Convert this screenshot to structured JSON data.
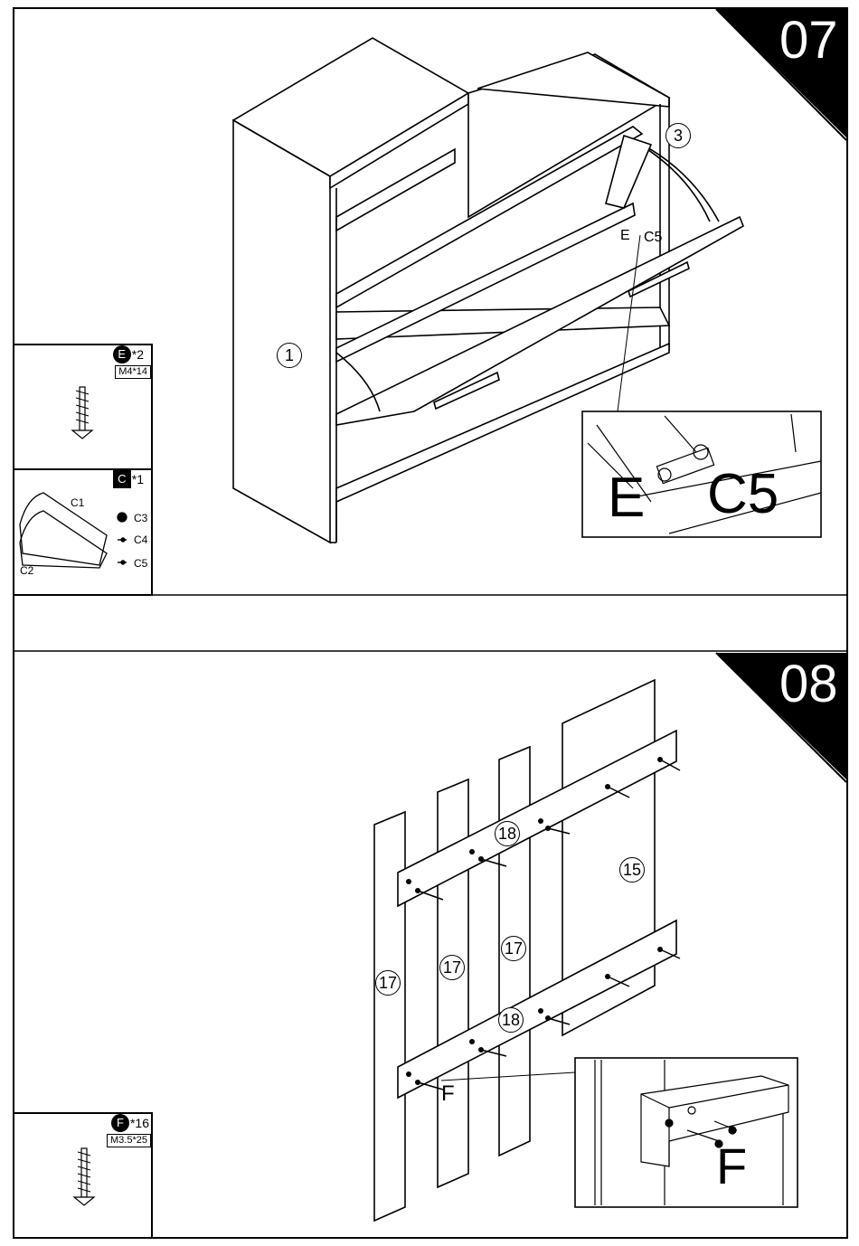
{
  "steps": [
    {
      "number": "07"
    },
    {
      "number": "08"
    }
  ],
  "step07": {
    "part_labels": {
      "p1": "1",
      "p3": "3"
    },
    "callout_small": {
      "e": "E",
      "c5": "C5"
    },
    "callout_big": {
      "e": "E",
      "c5": "C5"
    },
    "hardware": [
      {
        "badge": "E",
        "qty": "*2",
        "spec": "M4*14"
      },
      {
        "badge": "C",
        "qty": "*1",
        "items": [
          "C1",
          "C2",
          "C3",
          "C4",
          "C5"
        ]
      }
    ]
  },
  "step08": {
    "part_labels": {
      "p15": "15",
      "p17a": "17",
      "p17b": "17",
      "p17c": "17",
      "p18a": "18",
      "p18b": "18"
    },
    "callout_small": "F",
    "callout_big": "F",
    "hardware": {
      "badge": "F",
      "qty": "*16",
      "spec": "M3.5*25"
    }
  }
}
